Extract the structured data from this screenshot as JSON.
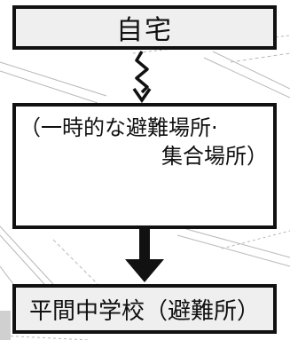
{
  "diagram": {
    "nodes": [
      {
        "id": "home",
        "label": "自宅"
      },
      {
        "id": "temporary",
        "line1": "（一時的な避難場所·",
        "line2": "集合場所）"
      },
      {
        "id": "school",
        "label": "平間中学校（避難所）"
      }
    ],
    "edges": [
      {
        "from": "home",
        "to": "temporary",
        "style": "zigzag-arrow"
      },
      {
        "from": "temporary",
        "to": "school",
        "style": "thick-arrow"
      }
    ]
  },
  "colors": {
    "box_border": "#111111",
    "box_fill_top_bottom": "#efefef",
    "box_fill_middle": "#ffffff",
    "map_lines": "#b8b8b8"
  }
}
